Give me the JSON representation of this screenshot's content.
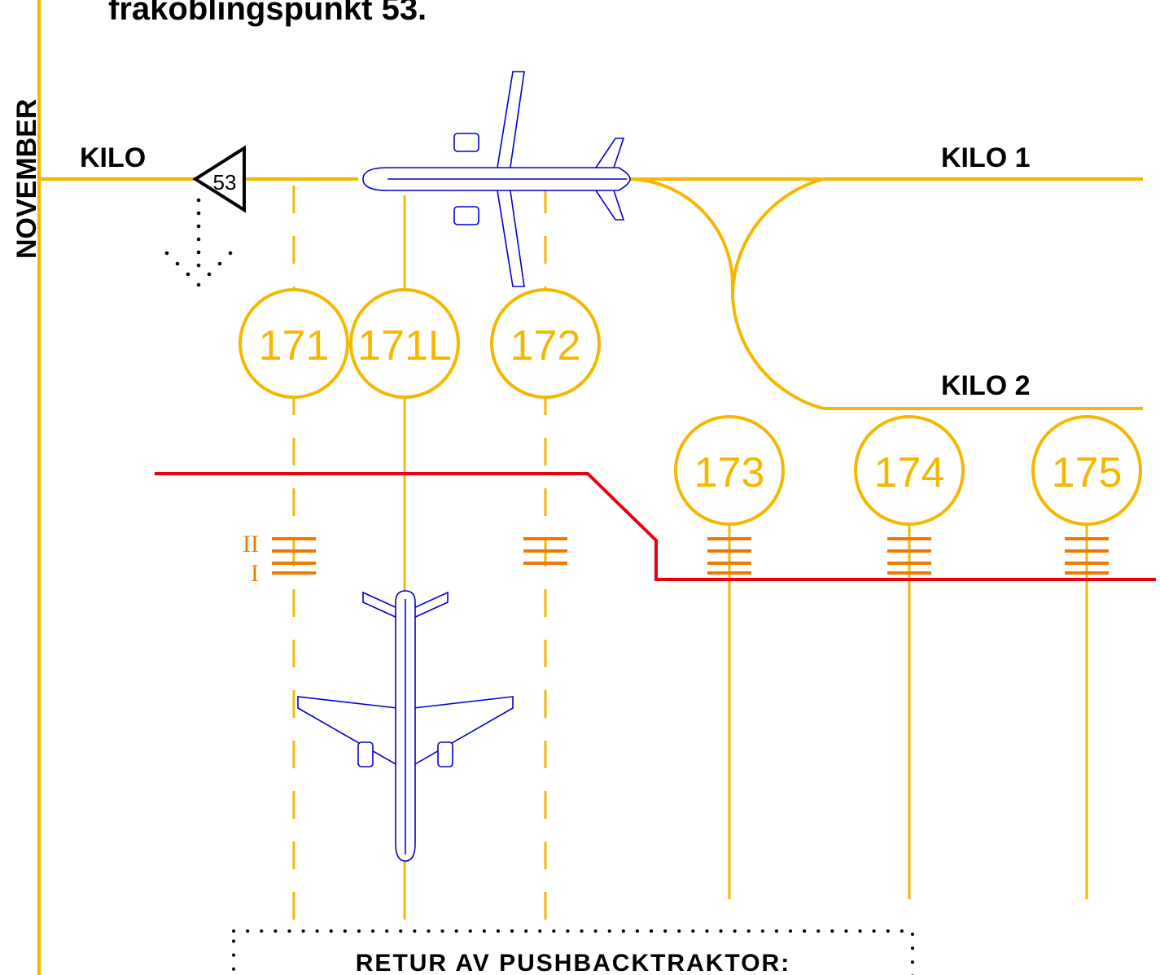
{
  "header_text": "frakoblingspunkt 53.",
  "taxiways": {
    "november": "NOVEMBER",
    "kilo": "KILO",
    "kilo1": "KILO 1",
    "kilo2": "KILO 2"
  },
  "disconnect_point": "53",
  "stands": {
    "s171": "171",
    "s171L": "171L",
    "s172": "172",
    "s173": "173",
    "s174": "174",
    "s175": "175"
  },
  "stop_bar_labels": {
    "upper": "II",
    "lower": "I"
  },
  "notice_box": {
    "title": "RETUR AV PUSHBACKTRAKTOR:"
  },
  "colors": {
    "taxi_line": "#F5B800",
    "red_line": "#E8000D",
    "stop_bar": "#F07800",
    "aircraft": "#0000D0"
  }
}
